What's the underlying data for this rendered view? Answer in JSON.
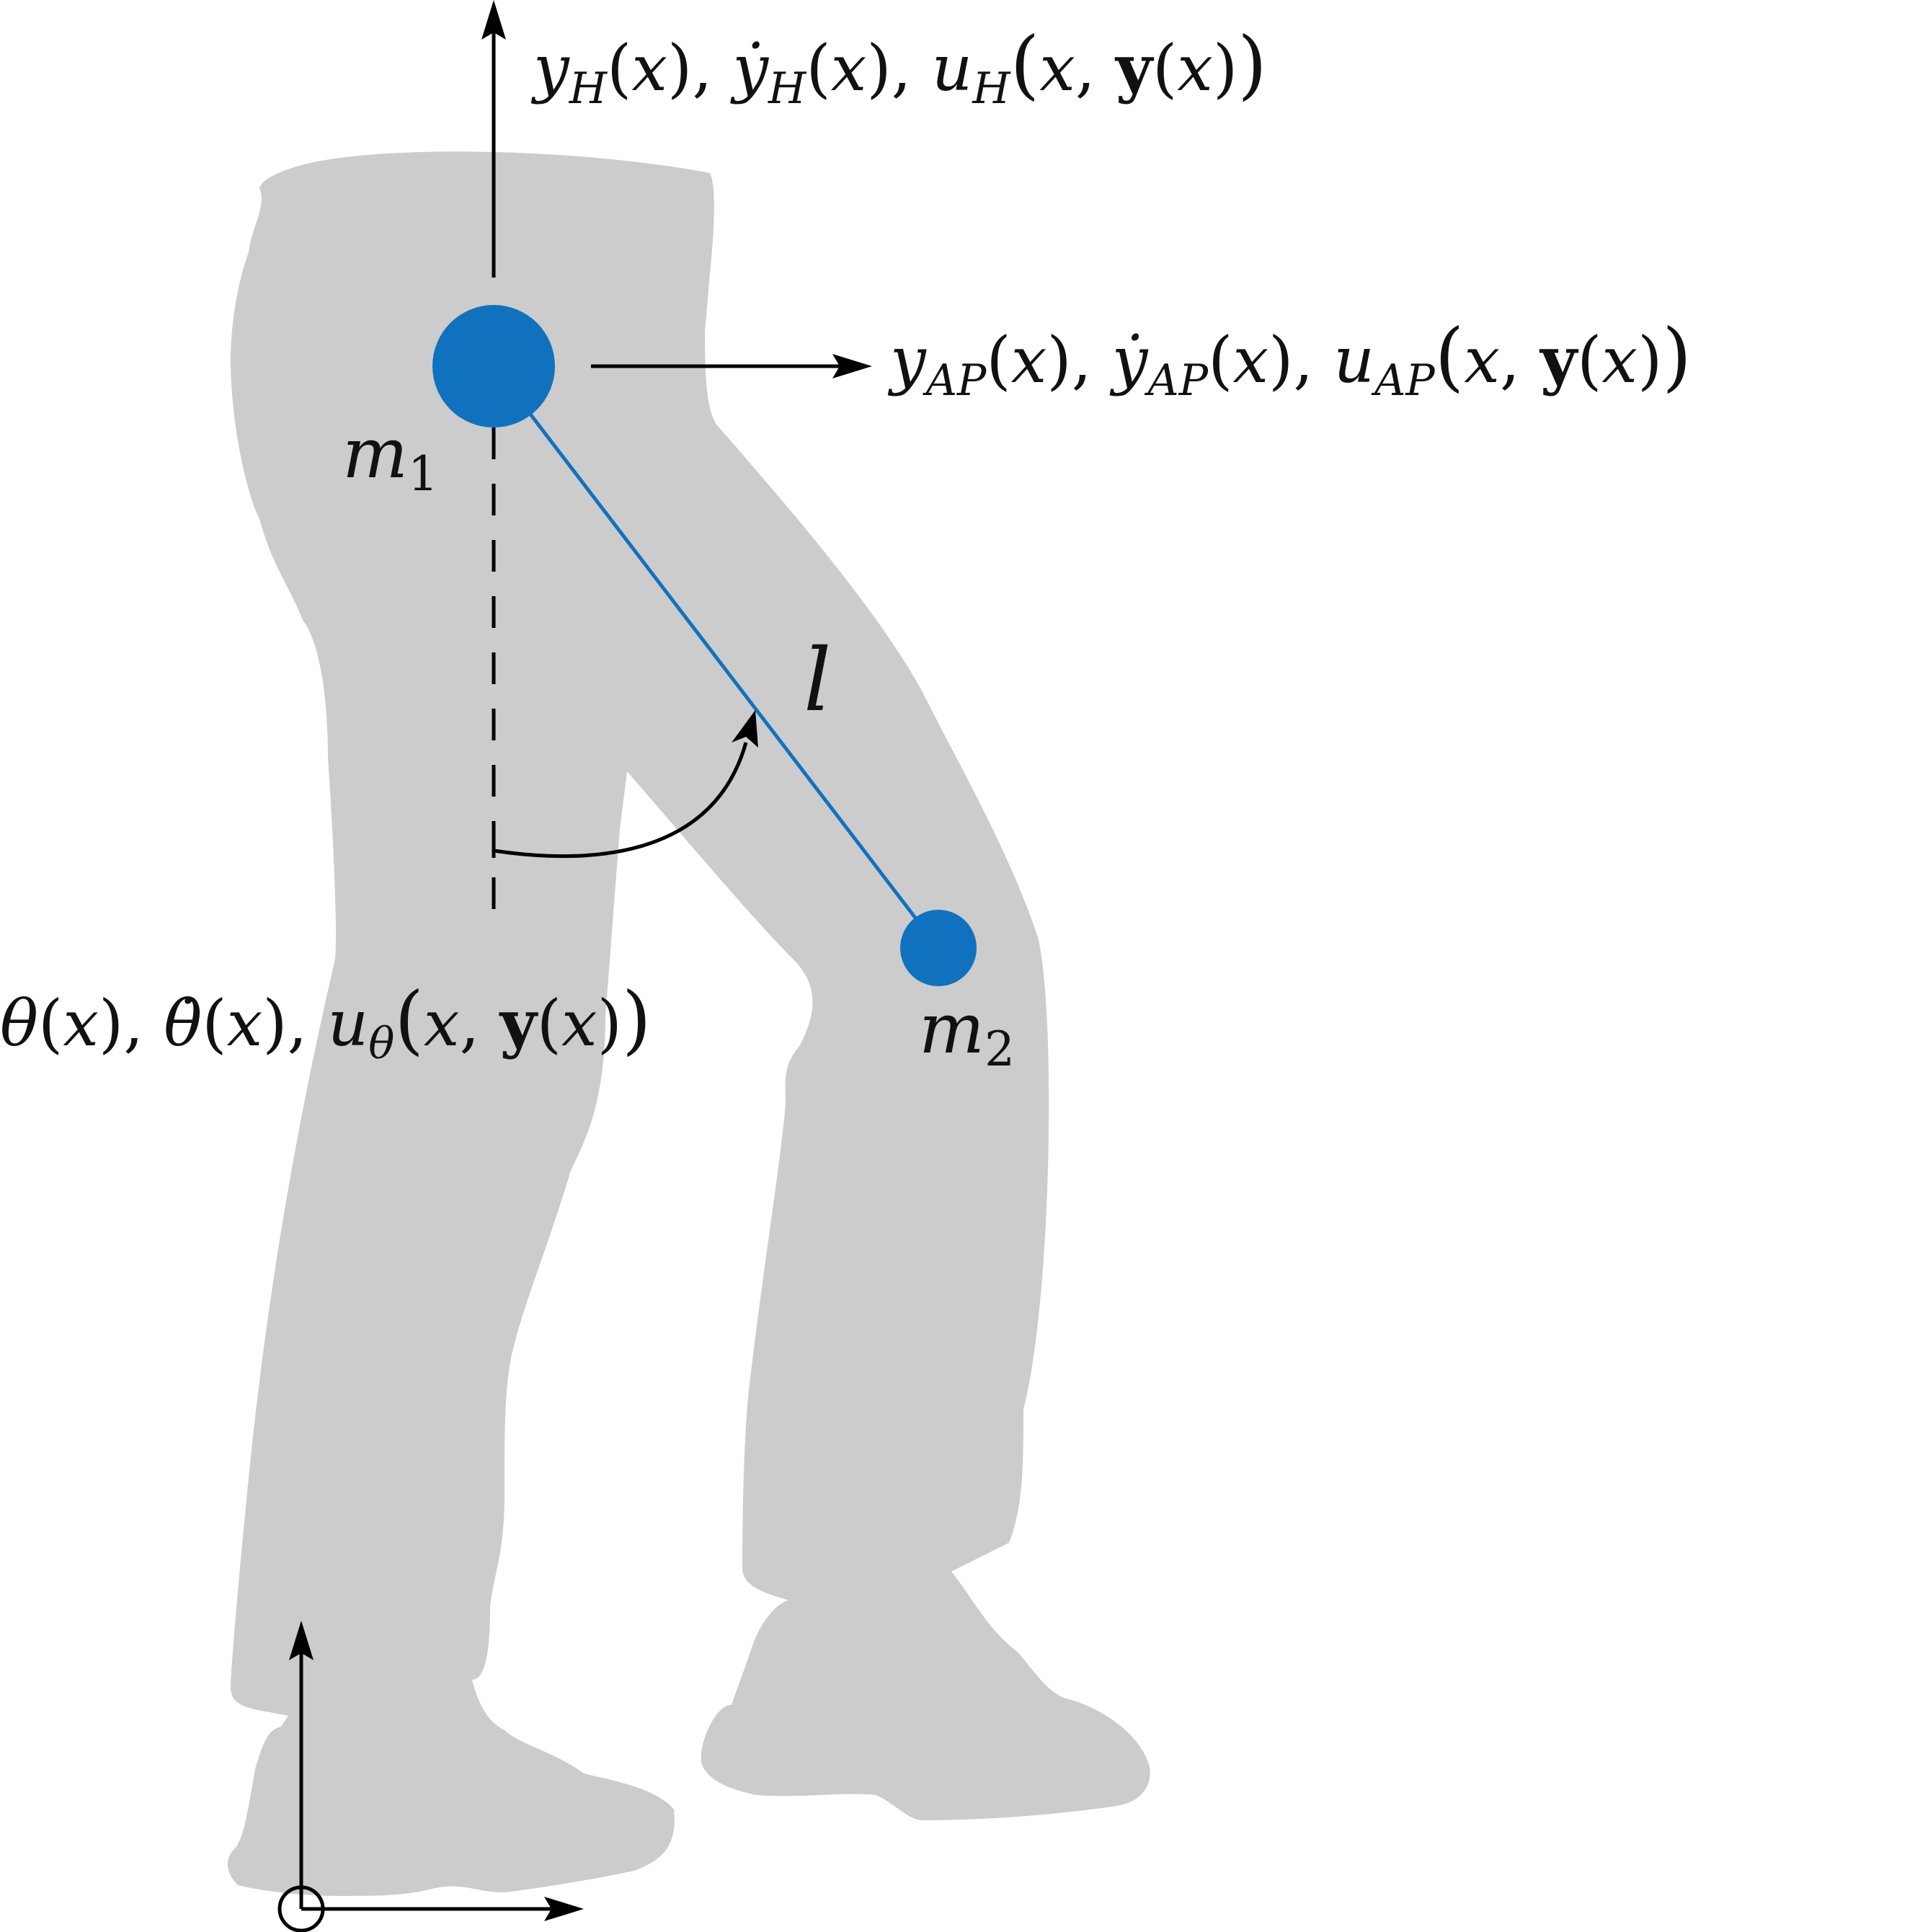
{
  "colors": {
    "body_silhouette": "#cccccc",
    "mass": "#1072be",
    "rod": "#1072be",
    "line": "#000000",
    "text": "#111111"
  },
  "labels": {
    "vertical": {
      "y": "y",
      "sub": "H",
      "x": "x",
      "ydot": "ẏ",
      "u": "u",
      "bold_y": "y"
    },
    "ap": {
      "y": "y",
      "sub": "AP",
      "x": "x",
      "ydot": "ẏ",
      "u": "u",
      "bold_y": "y"
    },
    "theta": {
      "theta": "θ",
      "theta_dot": "θ̇",
      "x": "x",
      "u": "u",
      "sub": "θ",
      "bold_y": "y"
    },
    "m1": {
      "base": "m",
      "sub": "1"
    },
    "m2": {
      "base": "m",
      "sub": "2"
    },
    "rod_length": "l"
  }
}
